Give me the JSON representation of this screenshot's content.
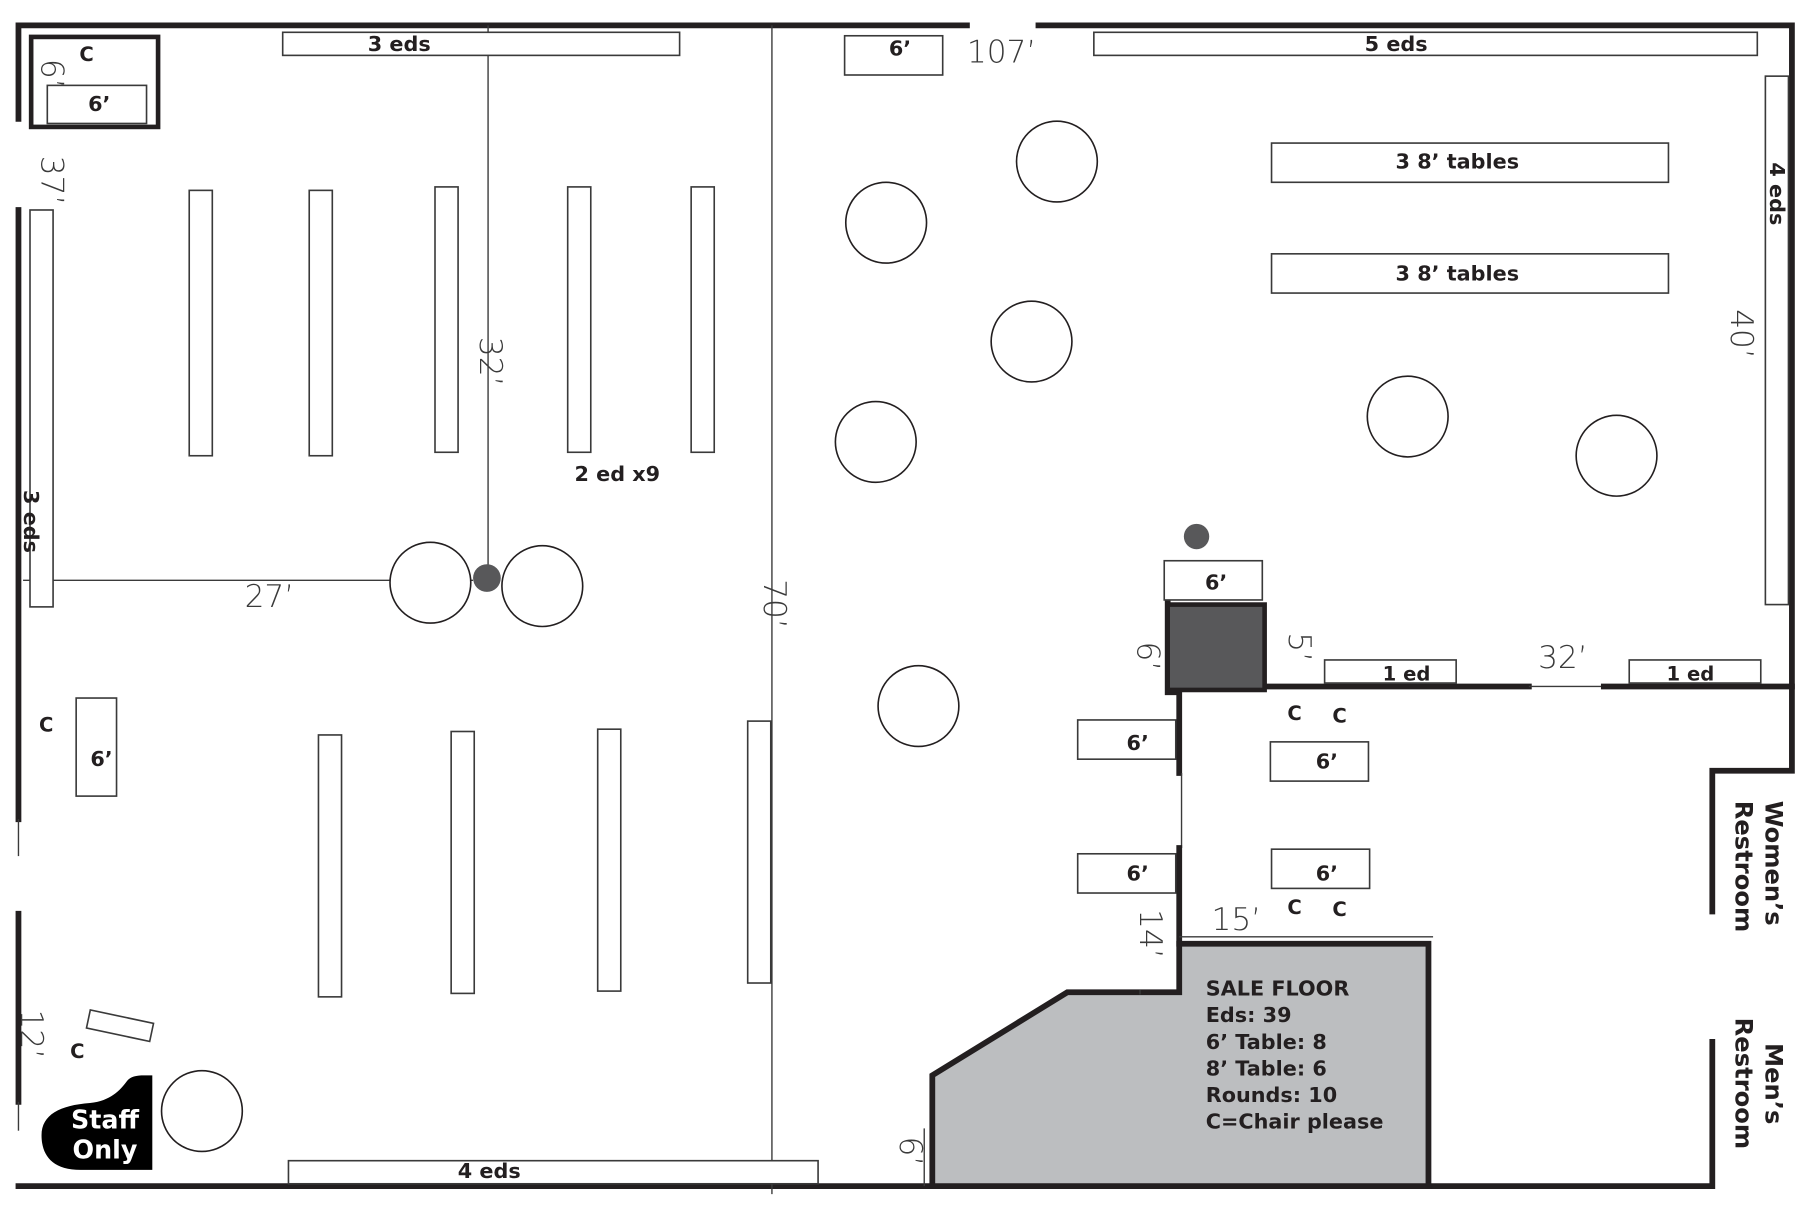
{
  "colors": {
    "wall": "#231f20",
    "sale_floor_fill": "#bcbec0",
    "column_fill": "#58585a",
    "staff_only_fill": "#000000",
    "text": "#231f20"
  },
  "fixtures": {
    "top_left_eds": "3 eds",
    "top_right_eds": "5 eds",
    "bottom_eds": "4 eds",
    "left_wall_eds": "3 eds",
    "right_wall_eds": "4 eds",
    "endcap_group": "2 ed x9",
    "eight_ft_tables_1": "3 8’ tables",
    "eight_ft_tables_2": "3 8’ tables",
    "one_ed_left": "1 ed",
    "one_ed_right": "1 ed",
    "six_ft": "6’",
    "chair": "C"
  },
  "dimensions": {
    "top_width": "107’",
    "left_depth": "37’",
    "corner_room": "6’",
    "aisle_length": "32’",
    "left_run": "27’",
    "center_depth": "70’",
    "right_depth": "40’",
    "column_side": "6’",
    "column_gap": "5’",
    "partition_width": "32’",
    "stock_depth": "14’",
    "stock_width": "15’",
    "door_side": "6’",
    "lower_left": "12’"
  },
  "rooms": {
    "womens_line1": "Women’s",
    "womens_line2": "Restroom",
    "mens_line1": "Men’s",
    "mens_line2": "Restroom",
    "staff_line1": "Staff",
    "staff_line2": "Only"
  },
  "legend": {
    "title": "SALE FLOOR",
    "lines": [
      "Eds: 39",
      "6’ Table: 8",
      "8’ Table: 6",
      "Rounds: 10",
      "C=Chair please"
    ]
  }
}
